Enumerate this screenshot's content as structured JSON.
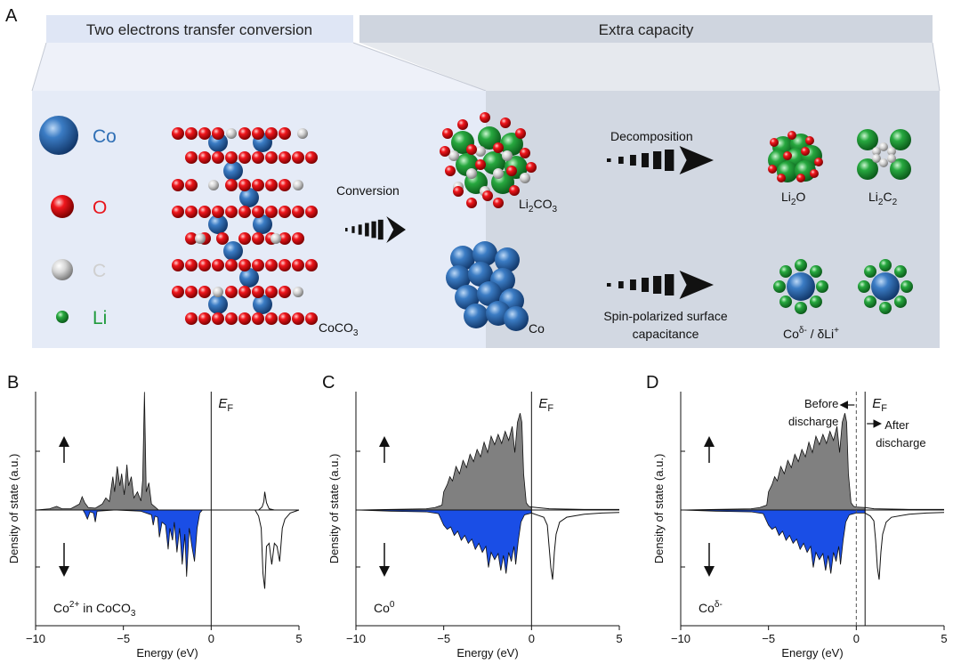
{
  "panel_a": {
    "label": "A",
    "header_left": "Two electrons transfer conversion",
    "header_right": "Extra capacity",
    "legend": [
      {
        "symbol": "Co",
        "color": "#2f6fb5"
      },
      {
        "symbol": "O",
        "color": "#e8141b"
      },
      {
        "symbol": "C",
        "color": "#cfcfcf"
      },
      {
        "symbol": "Li",
        "color": "#1f9a3c"
      }
    ],
    "labels": {
      "conversion": "Conversion",
      "decomposition": "Decomposition",
      "spin_line1": "Spin-polarized surface",
      "spin_line2": "capacitance",
      "coco3_base": "CoCO",
      "coco3_sub": "3",
      "li2co3_a": "Li",
      "li2co3_b": "2",
      "li2co3_c": "CO",
      "li2co3_d": "3",
      "co": "Co",
      "li2o_a": "Li",
      "li2o_b": "2",
      "li2o_c": "O",
      "li2c2_a": "Li",
      "li2c2_b": "2",
      "li2c2_c": "C",
      "li2c2_d": "2",
      "codelta_a": "Co",
      "codelta_sup": "δ-",
      "codelta_b": " / δLi",
      "codelta_sup2": "+"
    },
    "colors": {
      "left_bg": "#e5ebf7",
      "right_bg": "#d2d8e2",
      "header_left_bg": "#dfe6f5",
      "header_right_bg": "#cfd5df",
      "co": "#2f6fb5",
      "o": "#e8141b",
      "c": "#cfcfcf",
      "li": "#1f9a3c"
    }
  },
  "chart_data": [
    {
      "type": "area",
      "panel": "B",
      "annotation_base": "Co",
      "annotation_sup": "2+",
      "annotation_rest": " in CoCO",
      "annotation_sub": "3",
      "ylabel": "Density of state (a.u.)",
      "xlabel": "Energy (eV)",
      "xlim": [
        -10,
        5
      ],
      "x_ticks": [
        "−10",
        "−5",
        "0",
        "5"
      ],
      "fermi_label": "E",
      "fermi_sub": "F",
      "fermi_x": 0,
      "colors": {
        "up": "#808080",
        "down": "#1a4ee6"
      },
      "spin_up_filled": [
        [
          -10,
          0
        ],
        [
          -9.2,
          0.02
        ],
        [
          -8.8,
          0.06
        ],
        [
          -8.5,
          0.02
        ],
        [
          -8,
          0.02
        ],
        [
          -7.5,
          0.1
        ],
        [
          -7.35,
          0.22
        ],
        [
          -7.2,
          0.12
        ],
        [
          -7,
          0.04
        ],
        [
          -6.6,
          0.03
        ],
        [
          -6.2,
          0.1
        ],
        [
          -6,
          0.2
        ],
        [
          -5.8,
          0.14
        ],
        [
          -5.6,
          0.55
        ],
        [
          -5.5,
          0.3
        ],
        [
          -5.35,
          0.72
        ],
        [
          -5.2,
          0.4
        ],
        [
          -5.1,
          0.6
        ],
        [
          -4.95,
          0.25
        ],
        [
          -4.8,
          0.75
        ],
        [
          -4.7,
          0.4
        ],
        [
          -4.55,
          0.55
        ],
        [
          -4.4,
          0.2
        ],
        [
          -4.2,
          0.3
        ],
        [
          -4,
          0.15
        ],
        [
          -3.9,
          0.5
        ],
        [
          -3.8,
          1.95
        ],
        [
          -3.7,
          0.3
        ],
        [
          -3.55,
          0.45
        ],
        [
          -3.4,
          0.1
        ],
        [
          -3.2,
          0.05
        ],
        [
          -3,
          0
        ]
      ],
      "spin_down_filled": [
        [
          -7.3,
          0
        ],
        [
          -7.2,
          -0.05
        ],
        [
          -7.05,
          -0.15
        ],
        [
          -6.9,
          -0.03
        ],
        [
          -6.7,
          -0.05
        ],
        [
          -6.6,
          -0.2
        ],
        [
          -6.5,
          -0.02
        ],
        [
          -5.5,
          0
        ],
        [
          -4,
          -0.02
        ],
        [
          -3.4,
          -0.08
        ],
        [
          -3.3,
          -0.25
        ],
        [
          -3.2,
          -0.1
        ],
        [
          -3.05,
          -0.12
        ],
        [
          -2.95,
          -0.45
        ],
        [
          -2.8,
          -0.2
        ],
        [
          -2.6,
          -0.25
        ],
        [
          -2.45,
          -0.65
        ],
        [
          -2.35,
          -0.3
        ],
        [
          -2.2,
          -0.5
        ],
        [
          -2.1,
          -0.2
        ],
        [
          -1.95,
          -0.7
        ],
        [
          -1.8,
          -0.3
        ],
        [
          -1.65,
          -0.9
        ],
        [
          -1.5,
          -0.4
        ],
        [
          -1.4,
          -1.1
        ],
        [
          -1.25,
          -0.3
        ],
        [
          -1.1,
          -0.6
        ],
        [
          -0.95,
          -0.85
        ],
        [
          -0.8,
          -0.3
        ],
        [
          -0.65,
          -0.05
        ],
        [
          -0.5,
          0
        ]
      ],
      "spin_up_line": [
        [
          0,
          0
        ],
        [
          2.7,
          0
        ],
        [
          2.9,
          0.05
        ],
        [
          3.0,
          0.14
        ],
        [
          3.05,
          0.3
        ],
        [
          3.15,
          0.12
        ],
        [
          3.3,
          0.02
        ],
        [
          3.6,
          0
        ],
        [
          5,
          0
        ]
      ],
      "spin_down_line": [
        [
          0,
          0
        ],
        [
          2.5,
          0
        ],
        [
          2.7,
          -0.1
        ],
        [
          2.85,
          -0.3
        ],
        [
          2.95,
          -1.05
        ],
        [
          3.05,
          -1.3
        ],
        [
          3.15,
          -0.6
        ],
        [
          3.3,
          -0.55
        ],
        [
          3.45,
          -0.9
        ],
        [
          3.6,
          -0.55
        ],
        [
          3.75,
          -0.6
        ],
        [
          3.9,
          -0.85
        ],
        [
          4.05,
          -0.3
        ],
        [
          4.2,
          -0.15
        ],
        [
          4.5,
          -0.05
        ],
        [
          5,
          0
        ]
      ]
    },
    {
      "type": "area",
      "panel": "C",
      "annotation_base": "Co",
      "annotation_sup": "0",
      "ylabel": "Density of state (a.u.)",
      "xlabel": "Energy (eV)",
      "xlim": [
        -10,
        5
      ],
      "x_ticks": [
        "−10",
        "−5",
        "0",
        "5"
      ],
      "fermi_label": "E",
      "fermi_sub": "F",
      "fermi_x": 0,
      "colors": {
        "up": "#808080",
        "down": "#1a4ee6"
      },
      "spin_up_filled": [
        [
          -10,
          0
        ],
        [
          -8,
          0.01
        ],
        [
          -6,
          0.02
        ],
        [
          -5.5,
          0.04
        ],
        [
          -5.1,
          0.08
        ],
        [
          -5,
          0.3
        ],
        [
          -4.8,
          0.42
        ],
        [
          -4.65,
          0.55
        ],
        [
          -4.5,
          0.48
        ],
        [
          -4.3,
          0.72
        ],
        [
          -4.1,
          0.6
        ],
        [
          -3.9,
          0.82
        ],
        [
          -3.7,
          0.7
        ],
        [
          -3.5,
          0.92
        ],
        [
          -3.3,
          0.8
        ],
        [
          -3.1,
          1.0
        ],
        [
          -2.9,
          0.88
        ],
        [
          -2.7,
          1.12
        ],
        [
          -2.5,
          0.95
        ],
        [
          -2.3,
          1.22
        ],
        [
          -2.1,
          1.08
        ],
        [
          -1.9,
          1.25
        ],
        [
          -1.7,
          1.1
        ],
        [
          -1.5,
          1.3
        ],
        [
          -1.3,
          1.15
        ],
        [
          -1.1,
          1.38
        ],
        [
          -0.95,
          0.95
        ],
        [
          -0.8,
          1.45
        ],
        [
          -0.65,
          1.6
        ],
        [
          -0.55,
          1.45
        ],
        [
          -0.45,
          0.6
        ],
        [
          -0.3,
          0.12
        ],
        [
          -0.15,
          0.06
        ],
        [
          0,
          0.05
        ]
      ],
      "spin_down_filled": [
        [
          -10,
          0
        ],
        [
          -8,
          -0.02
        ],
        [
          -6,
          -0.03
        ],
        [
          -5.3,
          -0.06
        ],
        [
          -5,
          -0.25
        ],
        [
          -4.8,
          -0.32
        ],
        [
          -4.6,
          -0.28
        ],
        [
          -4.4,
          -0.42
        ],
        [
          -4.2,
          -0.35
        ],
        [
          -4,
          -0.5
        ],
        [
          -3.8,
          -0.42
        ],
        [
          -3.6,
          -0.55
        ],
        [
          -3.4,
          -0.48
        ],
        [
          -3.2,
          -0.65
        ],
        [
          -3,
          -0.55
        ],
        [
          -2.8,
          -0.7
        ],
        [
          -2.6,
          -0.6
        ],
        [
          -2.45,
          -0.95
        ],
        [
          -2.3,
          -0.7
        ],
        [
          -2.1,
          -0.82
        ],
        [
          -1.9,
          -0.72
        ],
        [
          -1.75,
          -1.0
        ],
        [
          -1.6,
          -0.75
        ],
        [
          -1.45,
          -1.05
        ],
        [
          -1.3,
          -0.7
        ],
        [
          -1.15,
          -0.85
        ],
        [
          -1.0,
          -0.6
        ],
        [
          -0.9,
          -0.9
        ],
        [
          -0.75,
          -0.5
        ],
        [
          -0.6,
          -0.2
        ],
        [
          -0.4,
          -0.08
        ],
        [
          0,
          -0.05
        ]
      ],
      "spin_up_line": [
        [
          0,
          0.05
        ],
        [
          0.3,
          0.04
        ],
        [
          1,
          0.02
        ],
        [
          2,
          0.015
        ],
        [
          3,
          0.01
        ],
        [
          5,
          0.01
        ]
      ],
      "spin_down_line": [
        [
          0,
          -0.05
        ],
        [
          0.3,
          -0.08
        ],
        [
          0.7,
          -0.12
        ],
        [
          0.9,
          -0.25
        ],
        [
          1.0,
          -0.6
        ],
        [
          1.1,
          -0.95
        ],
        [
          1.2,
          -1.15
        ],
        [
          1.3,
          -0.7
        ],
        [
          1.4,
          -0.4
        ],
        [
          1.6,
          -0.2
        ],
        [
          2,
          -0.12
        ],
        [
          3,
          -0.07
        ],
        [
          4,
          -0.05
        ],
        [
          5,
          -0.04
        ]
      ]
    },
    {
      "type": "area",
      "panel": "D",
      "annotation_base": "Co",
      "annotation_sup": "δ-",
      "ylabel": "Density of state (a.u.)",
      "xlabel": "Energy (eV)",
      "xlim": [
        -10,
        5
      ],
      "x_ticks": [
        "−10",
        "−5",
        "0",
        "5"
      ],
      "fermi_label": "E",
      "fermi_sub": "F",
      "fermi_x": 0.5,
      "before_x": 0,
      "before_line1": "Before",
      "before_line2": "discharge",
      "after_line1": "After",
      "after_line2": "discharge",
      "colors": {
        "up": "#808080",
        "down": "#1a4ee6"
      },
      "spin_up_filled": [
        [
          -10,
          0
        ],
        [
          -8,
          0.01
        ],
        [
          -6,
          0.02
        ],
        [
          -5.5,
          0.04
        ],
        [
          -5.1,
          0.08
        ],
        [
          -5,
          0.3
        ],
        [
          -4.8,
          0.42
        ],
        [
          -4.65,
          0.55
        ],
        [
          -4.5,
          0.48
        ],
        [
          -4.3,
          0.72
        ],
        [
          -4.1,
          0.6
        ],
        [
          -3.9,
          0.82
        ],
        [
          -3.7,
          0.7
        ],
        [
          -3.5,
          0.92
        ],
        [
          -3.3,
          0.8
        ],
        [
          -3.1,
          1.0
        ],
        [
          -2.9,
          0.88
        ],
        [
          -2.7,
          1.12
        ],
        [
          -2.5,
          0.95
        ],
        [
          -2.3,
          1.22
        ],
        [
          -2.1,
          1.08
        ],
        [
          -1.9,
          1.25
        ],
        [
          -1.7,
          1.1
        ],
        [
          -1.5,
          1.3
        ],
        [
          -1.3,
          1.15
        ],
        [
          -1.1,
          1.38
        ],
        [
          -0.95,
          0.95
        ],
        [
          -0.8,
          1.45
        ],
        [
          -0.65,
          1.6
        ],
        [
          -0.55,
          1.45
        ],
        [
          -0.45,
          0.6
        ],
        [
          -0.3,
          0.12
        ],
        [
          -0.15,
          0.06
        ],
        [
          0,
          0.05
        ],
        [
          0.5,
          0.04
        ]
      ],
      "spin_down_filled": [
        [
          -10,
          0
        ],
        [
          -8,
          -0.02
        ],
        [
          -6,
          -0.03
        ],
        [
          -5.3,
          -0.06
        ],
        [
          -5,
          -0.25
        ],
        [
          -4.8,
          -0.32
        ],
        [
          -4.6,
          -0.28
        ],
        [
          -4.4,
          -0.42
        ],
        [
          -4.2,
          -0.35
        ],
        [
          -4,
          -0.5
        ],
        [
          -3.8,
          -0.42
        ],
        [
          -3.6,
          -0.55
        ],
        [
          -3.4,
          -0.48
        ],
        [
          -3.2,
          -0.65
        ],
        [
          -3,
          -0.55
        ],
        [
          -2.8,
          -0.7
        ],
        [
          -2.6,
          -0.6
        ],
        [
          -2.45,
          -0.95
        ],
        [
          -2.3,
          -0.7
        ],
        [
          -2.1,
          -0.82
        ],
        [
          -1.9,
          -0.72
        ],
        [
          -1.75,
          -1.0
        ],
        [
          -1.6,
          -0.75
        ],
        [
          -1.45,
          -1.05
        ],
        [
          -1.3,
          -0.7
        ],
        [
          -1.15,
          -0.85
        ],
        [
          -1.0,
          -0.6
        ],
        [
          -0.9,
          -0.9
        ],
        [
          -0.75,
          -0.5
        ],
        [
          -0.6,
          -0.2
        ],
        [
          -0.4,
          -0.08
        ],
        [
          0,
          -0.05
        ],
        [
          0.5,
          -0.05
        ]
      ],
      "spin_up_line": [
        [
          0.5,
          0.04
        ],
        [
          1,
          0.02
        ],
        [
          2,
          0.015
        ],
        [
          3,
          0.01
        ],
        [
          5,
          0.01
        ]
      ],
      "spin_down_line": [
        [
          0.5,
          -0.05
        ],
        [
          0.8,
          -0.1
        ],
        [
          1.0,
          -0.18
        ],
        [
          1.1,
          -0.5
        ],
        [
          1.2,
          -0.95
        ],
        [
          1.3,
          -1.15
        ],
        [
          1.4,
          -0.7
        ],
        [
          1.5,
          -0.4
        ],
        [
          1.7,
          -0.2
        ],
        [
          2,
          -0.12
        ],
        [
          3,
          -0.07
        ],
        [
          4,
          -0.05
        ],
        [
          5,
          -0.04
        ]
      ]
    }
  ]
}
